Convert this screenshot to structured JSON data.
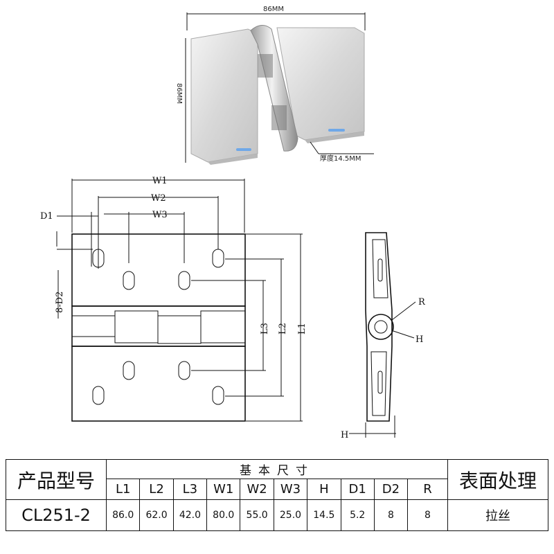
{
  "photo": {
    "width_label": "86MM",
    "height_label": "86MM",
    "thickness_label": "厚度14.5MM"
  },
  "drawing": {
    "labels": {
      "w1": "W1",
      "w2": "W2",
      "w3": "W3",
      "d1": "D1",
      "d2": "8-D2",
      "l1": "L1",
      "l2": "L2",
      "l3": "L3",
      "r": "R",
      "h_side": "H",
      "h_bottom": "H"
    }
  },
  "table": {
    "model_header": "产品型号",
    "dims_header": "基本尺寸",
    "finish_header": "表面处理",
    "columns": [
      "L1",
      "L2",
      "L3",
      "W1",
      "W2",
      "W3",
      "H",
      "D1",
      "D2",
      "R"
    ],
    "model": "CL251-2",
    "values": [
      "86.0",
      "62.0",
      "42.0",
      "80.0",
      "55.0",
      "25.0",
      "14.5",
      "5.2",
      "8",
      "8"
    ],
    "finish": "拉丝"
  }
}
